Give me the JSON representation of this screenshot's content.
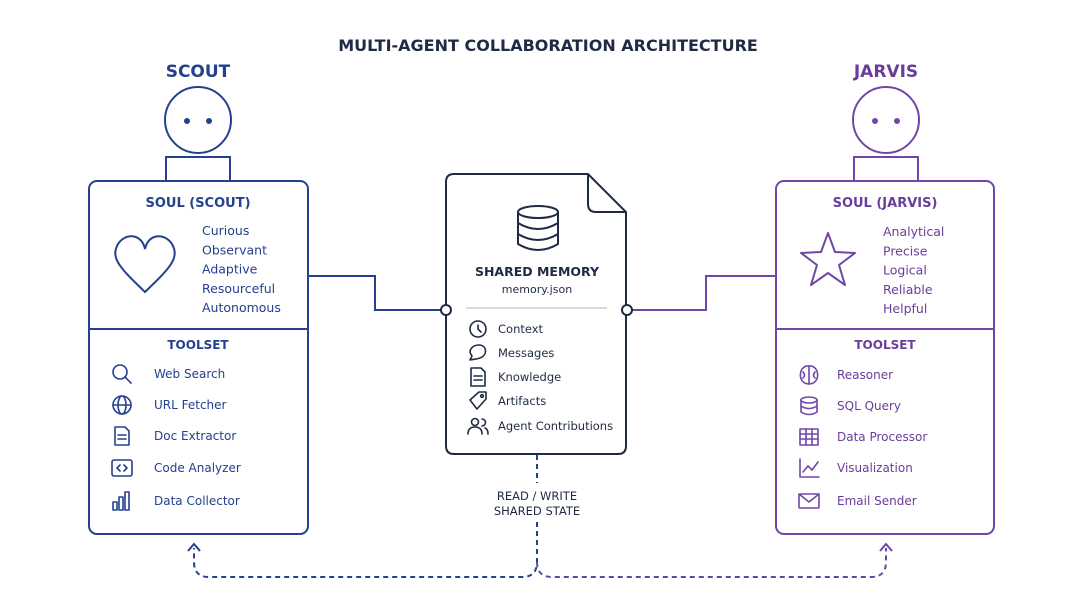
{
  "title": "MULTI-AGENT COLLABORATION ARCHITECTURE",
  "colors": {
    "scout": "#24408e",
    "jarvis": "#7047a8",
    "memory": "#1f2a44",
    "gray": "#c8cbd2"
  },
  "scout": {
    "name": "SCOUT",
    "soul_title": "SOUL (SCOUT)",
    "soul_icon": "heart-icon",
    "traits": [
      "Curious",
      "Observant",
      "Adaptive",
      "Resourceful",
      "Autonomous"
    ],
    "toolset_title": "TOOLSET",
    "tools": [
      {
        "icon": "search-icon",
        "label": "Web Search"
      },
      {
        "icon": "globe-icon",
        "label": "URL Fetcher"
      },
      {
        "icon": "document-icon",
        "label": "Doc Extractor"
      },
      {
        "icon": "code-icon",
        "label": "Code Analyzer"
      },
      {
        "icon": "bar-chart-icon",
        "label": "Data Collector"
      }
    ]
  },
  "jarvis": {
    "name": "JARVIS",
    "soul_title": "SOUL (JARVIS)",
    "soul_icon": "star-icon",
    "traits": [
      "Analytical",
      "Precise",
      "Logical",
      "Reliable",
      "Helpful"
    ],
    "toolset_title": "TOOLSET",
    "tools": [
      {
        "icon": "brain-icon",
        "label": "Reasoner"
      },
      {
        "icon": "database-icon",
        "label": "SQL Query"
      },
      {
        "icon": "table-icon",
        "label": "Data Processor"
      },
      {
        "icon": "line-chart-icon",
        "label": "Visualization"
      },
      {
        "icon": "mail-icon",
        "label": "Email Sender"
      }
    ]
  },
  "memory": {
    "title": "SHARED MEMORY",
    "file": "memory.json",
    "icon": "database-icon",
    "items": [
      {
        "icon": "clock-icon",
        "label": "Context"
      },
      {
        "icon": "chat-bubble-icon",
        "label": "Messages"
      },
      {
        "icon": "document-icon",
        "label": "Knowledge"
      },
      {
        "icon": "tag-icon",
        "label": "Artifacts"
      },
      {
        "icon": "users-icon",
        "label": "Agent Contributions"
      }
    ]
  },
  "flow_label": [
    "READ / WRITE",
    "SHARED STATE"
  ]
}
